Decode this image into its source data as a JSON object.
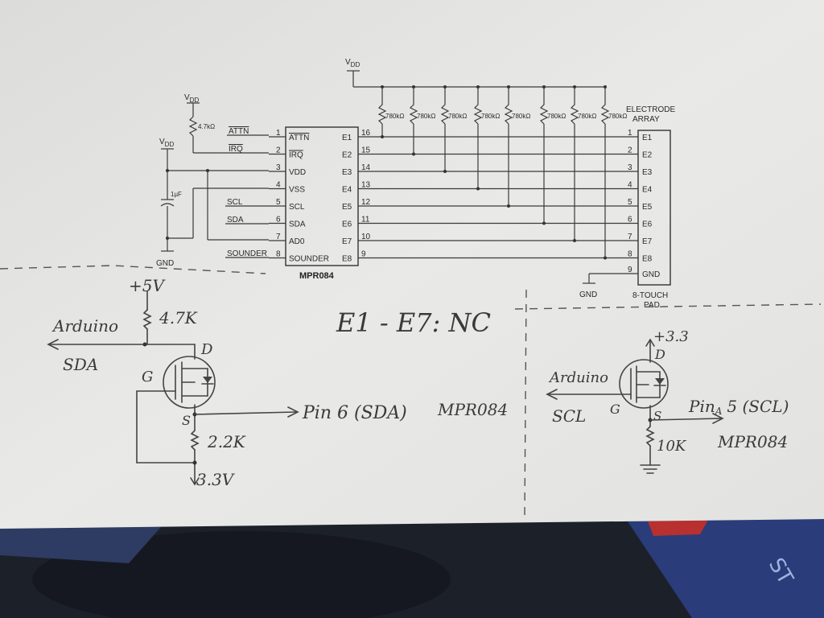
{
  "colors": {
    "paper": "#e6e6e4",
    "table": "#1b1f27",
    "ink": "#333333"
  },
  "schematic": {
    "chip_name": "MPR084",
    "vdd_label": "V",
    "vdd_sub": "DD",
    "gnd_label": "GND",
    "pullup_value": "4.7kΩ",
    "cap_value": "1µF",
    "electrode_resistor": "780kΩ",
    "array_title_1": "ELECTRODE",
    "array_title_2": "ARRAY",
    "pad_title_1": "8-TOUCH",
    "pad_title_2": "PAD",
    "net_attn": "ATTN",
    "net_irq": "IRQ",
    "net_scl": "SCL",
    "net_sda": "SDA",
    "net_sounder": "SOUNDER",
    "left_pins": [
      {
        "num": "1",
        "name": "ATTN"
      },
      {
        "num": "2",
        "name": "IRQ"
      },
      {
        "num": "3",
        "name": "VDD"
      },
      {
        "num": "4",
        "name": "VSS"
      },
      {
        "num": "5",
        "name": "SCL"
      },
      {
        "num": "6",
        "name": "SDA"
      },
      {
        "num": "7",
        "name": "AD0"
      },
      {
        "num": "8",
        "name": "SOUNDER"
      }
    ],
    "right_pins": [
      {
        "num": "16",
        "name": "E1"
      },
      {
        "num": "15",
        "name": "E2"
      },
      {
        "num": "14",
        "name": "E3"
      },
      {
        "num": "13",
        "name": "E4"
      },
      {
        "num": "12",
        "name": "E5"
      },
      {
        "num": "11",
        "name": "E6"
      },
      {
        "num": "10",
        "name": "E7"
      },
      {
        "num": "9",
        "name": "E8"
      }
    ],
    "pad_pins": [
      {
        "num": "1",
        "name": "E1"
      },
      {
        "num": "2",
        "name": "E2"
      },
      {
        "num": "3",
        "name": "E3"
      },
      {
        "num": "4",
        "name": "E4"
      },
      {
        "num": "5",
        "name": "E5"
      },
      {
        "num": "6",
        "name": "E6"
      },
      {
        "num": "7",
        "name": "E7"
      },
      {
        "num": "8",
        "name": "E8"
      },
      {
        "num": "9",
        "name": "GND"
      }
    ]
  },
  "notes": {
    "plus5v": "+5V",
    "r_4k7": "4.7K",
    "arduino_left": "Arduino",
    "sda_left": "SDA",
    "drain_left": "D",
    "gate_left": "G",
    "source_left": "S",
    "r_2k2": "2.2K",
    "v33_left": "3.3V",
    "pin6": "Pin 6 (SDA)",
    "mpr_left": "MPR084",
    "nc_note": "E1 - E7: NC",
    "plus33": "+3.3",
    "drain_right": "D",
    "arduino_right": "Arduino",
    "scl_right": "SCL",
    "gate_right": "G",
    "source_right": "S",
    "pin5_a": "Pin",
    "pin5_sub": "A",
    "pin5_b": "5 (SCL)",
    "mpr_right": "MPR084",
    "r_10k": "10K"
  }
}
